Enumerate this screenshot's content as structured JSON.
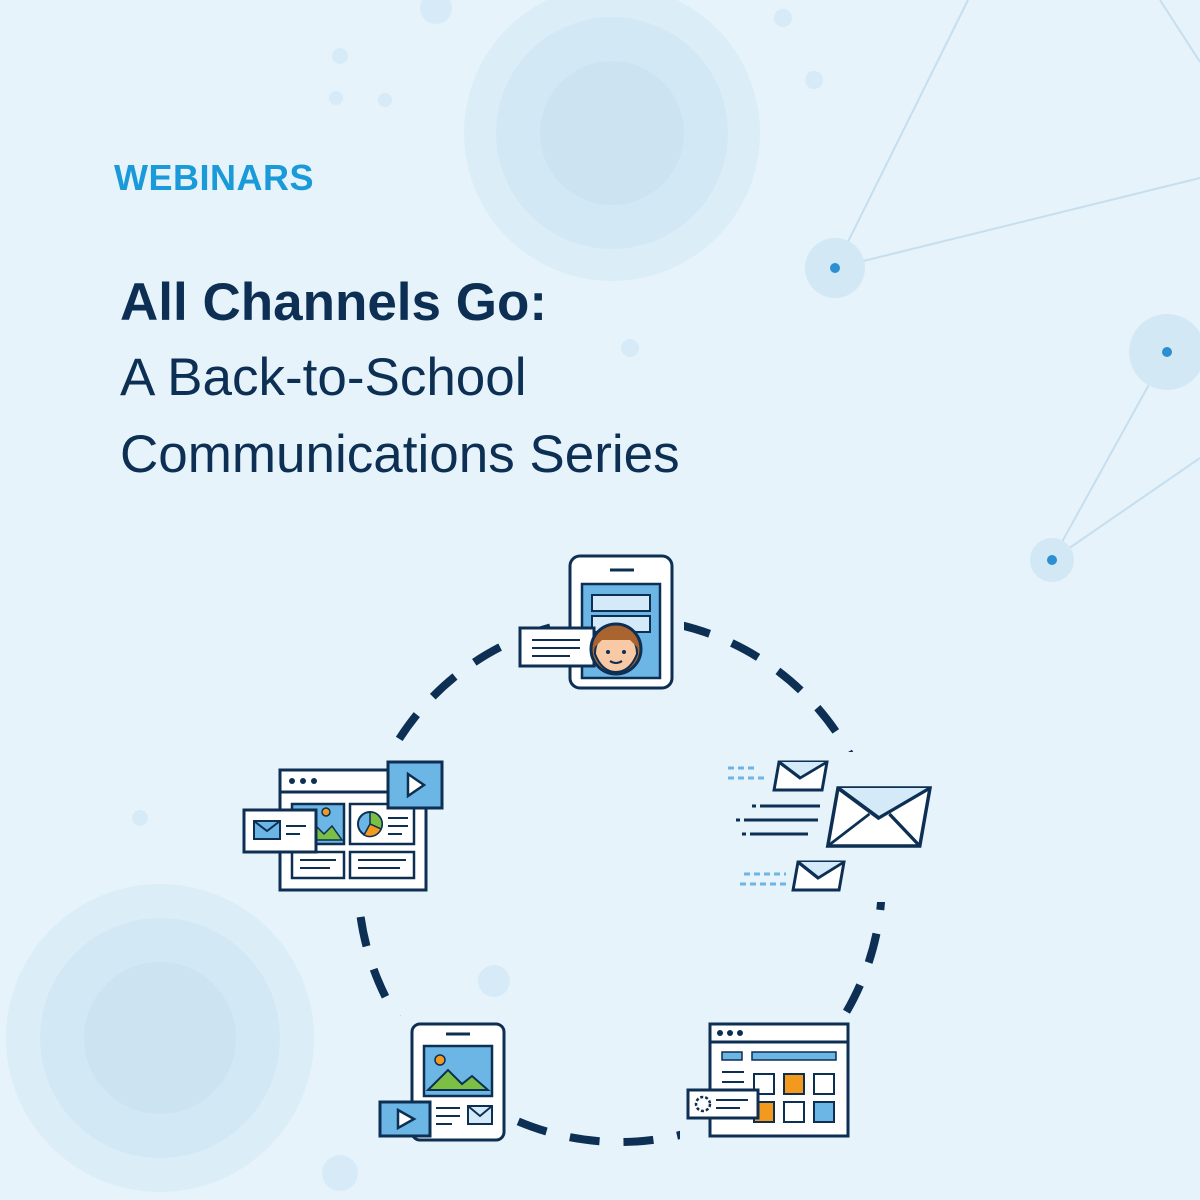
{
  "header": {
    "eyebrow": "WEBINARS",
    "title_line1": "All Channels Go:",
    "title_line2": "A Back-to-School",
    "title_line3": "Communications Series"
  },
  "colors": {
    "background": "#e6f3fb",
    "accent": "#1a9ad9",
    "title": "#0c2f53",
    "icon_fill": "#6cb6e6",
    "icon_fill_light": "#d4eaf8",
    "orange": "#f39a1e",
    "green": "#7bbf44"
  },
  "icons": [
    "phone-profile-icon",
    "email-burst-icon",
    "calendar-window-icon",
    "mobile-media-icon",
    "browser-dashboard-icon"
  ]
}
